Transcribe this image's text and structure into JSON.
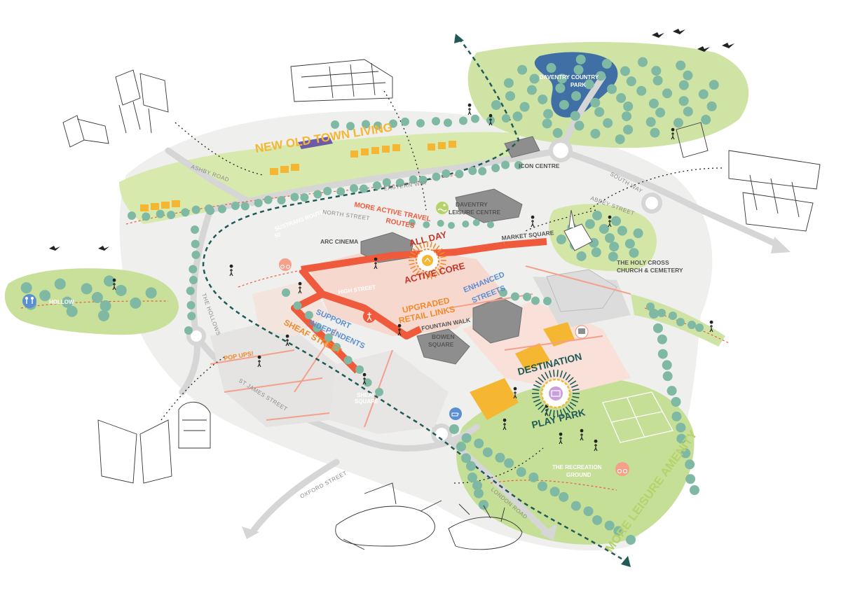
{
  "headline_labels": {
    "new_old_town_living": "NEW OLD TOWN LIVING",
    "more_active_travel": "MORE ACTIVE TRAVEL",
    "routes": "ROUTES",
    "all_day": "ALL DAY",
    "active_core": "ACTIVE CORE",
    "upgraded": "UPGRADED",
    "retail_links": "RETAIL LINKS",
    "enhanced": "ENHANCED",
    "streets": "STREETS",
    "support": "SUPPORT",
    "independents": "INDEPENDENTS",
    "sheaf_street": "SHEAF STREET",
    "pop_ups": "POP UPS!",
    "destination": "DESTINATION",
    "play_park": "PLAY PARK",
    "more_leisure_amenity": "MORE LEISURE AMENITY"
  },
  "place_labels": {
    "daventry_country": "DAVENTRY COUNTRY",
    "park": "PARK",
    "icon_centre": "ICON CENTRE",
    "daventry": "DAVENTRY",
    "leisure_centre": "LEISURE CENTRE",
    "arc_cinema": "ARC CINEMA",
    "market_square": "MARKET SQUARE",
    "holy_cross": "THE HOLY CROSS",
    "church_cemetery": "CHURCH & CEMETERY",
    "hollow": "HOLLOW",
    "high_street": "HIGH STREET",
    "fountain_walk": "FOUNTAIN WALK",
    "bowen": "BOWEN",
    "square": "SQUARE",
    "sheaf": "SHEAF",
    "sheaf_square": "SQUARE",
    "the_recreation": "THE RECREATION",
    "ground": "GROUND",
    "sustrans_route": "SUSTRANS ROUTE",
    "route_number": "50"
  },
  "road_labels": {
    "ashby_road": "ASHBY ROAD",
    "eastern_way": "EASTERN WAY",
    "north_street": "NORTH STREET",
    "the_hollows": "THE HOLLOWS",
    "st_james_street": "ST JAMES STREET",
    "oxford_street": "OXFORD STREET",
    "london_road": "LONDON ROAD",
    "south_way": "SOUTH WAY",
    "abbey_street": "ABBEY STREET"
  },
  "colors": {
    "core_red": "#f05a3c",
    "orange": "#f08a2a",
    "yellow": "#f5b731",
    "park_green": "#c9e09a",
    "tree_green": "#7fb9a3",
    "dark_teal": "#1f5a56",
    "lime_text": "#b5d36a",
    "grey_building": "#9a9a9a",
    "pink_block": "#f7d8cf",
    "road_grey": "#d6d6d6"
  },
  "icons": [
    "swimming-icon",
    "cycling-icon",
    "pedestrian-icon",
    "bus-icon",
    "cafe-icon",
    "playground-icon",
    "family-icon"
  ]
}
